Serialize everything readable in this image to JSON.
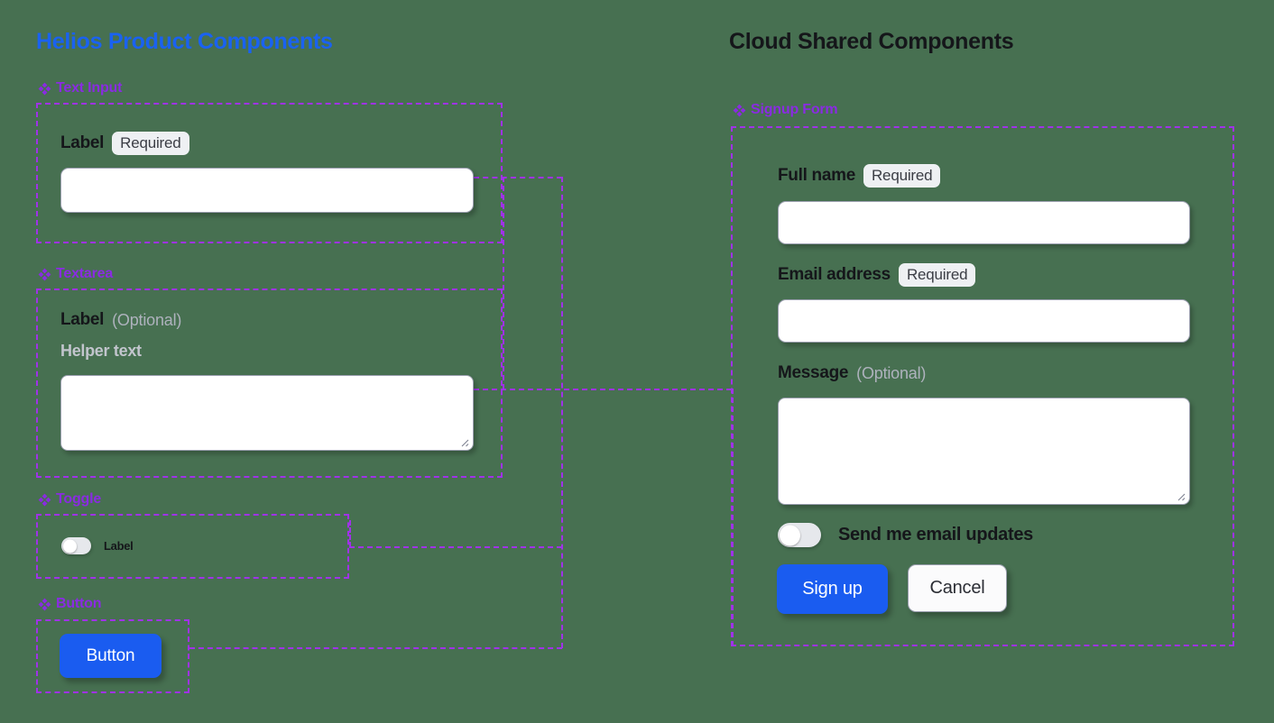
{
  "theme": {
    "background": "#477051",
    "left_title_color": "#1a62f0",
    "right_title_color": "#15161a",
    "frame_color": "#a032e8",
    "section_label_color": "#8a2be2",
    "primary_button_color": "#1a5cf0",
    "input_border_color": "#9a9eae",
    "badge_background": "#eef0f3",
    "muted_text_color": "#aeb2bd"
  },
  "left_panel": {
    "title": "Helios Product Components",
    "sections": [
      {
        "icon": "component-icon",
        "name": "Text Input",
        "field": {
          "label": "Label",
          "badge": "Required",
          "value": "",
          "placeholder": ""
        }
      },
      {
        "icon": "component-icon",
        "name": "Textarea",
        "field": {
          "label": "Label",
          "optional": "(Optional)",
          "helper": "Helper text",
          "value": "",
          "placeholder": ""
        }
      },
      {
        "icon": "component-icon",
        "name": "Toggle",
        "field": {
          "label": "Label",
          "state": "off"
        }
      },
      {
        "icon": "component-icon",
        "name": "Button",
        "field": {
          "label": "Button"
        }
      }
    ]
  },
  "right_panel": {
    "title": "Cloud Shared Components",
    "sections": [
      {
        "icon": "component-icon",
        "name": "Signup Form"
      }
    ],
    "form": {
      "fields": [
        {
          "label": "Full name",
          "badge": "Required",
          "value": "",
          "placeholder": ""
        },
        {
          "label": "Email address",
          "badge": "Required",
          "value": "",
          "placeholder": ""
        },
        {
          "label": "Message",
          "optional": "(Optional)",
          "value": "",
          "placeholder": ""
        }
      ],
      "toggle": {
        "label": "Send me email updates",
        "state": "off"
      },
      "actions": {
        "submit": "Sign up",
        "cancel": "Cancel"
      }
    }
  }
}
